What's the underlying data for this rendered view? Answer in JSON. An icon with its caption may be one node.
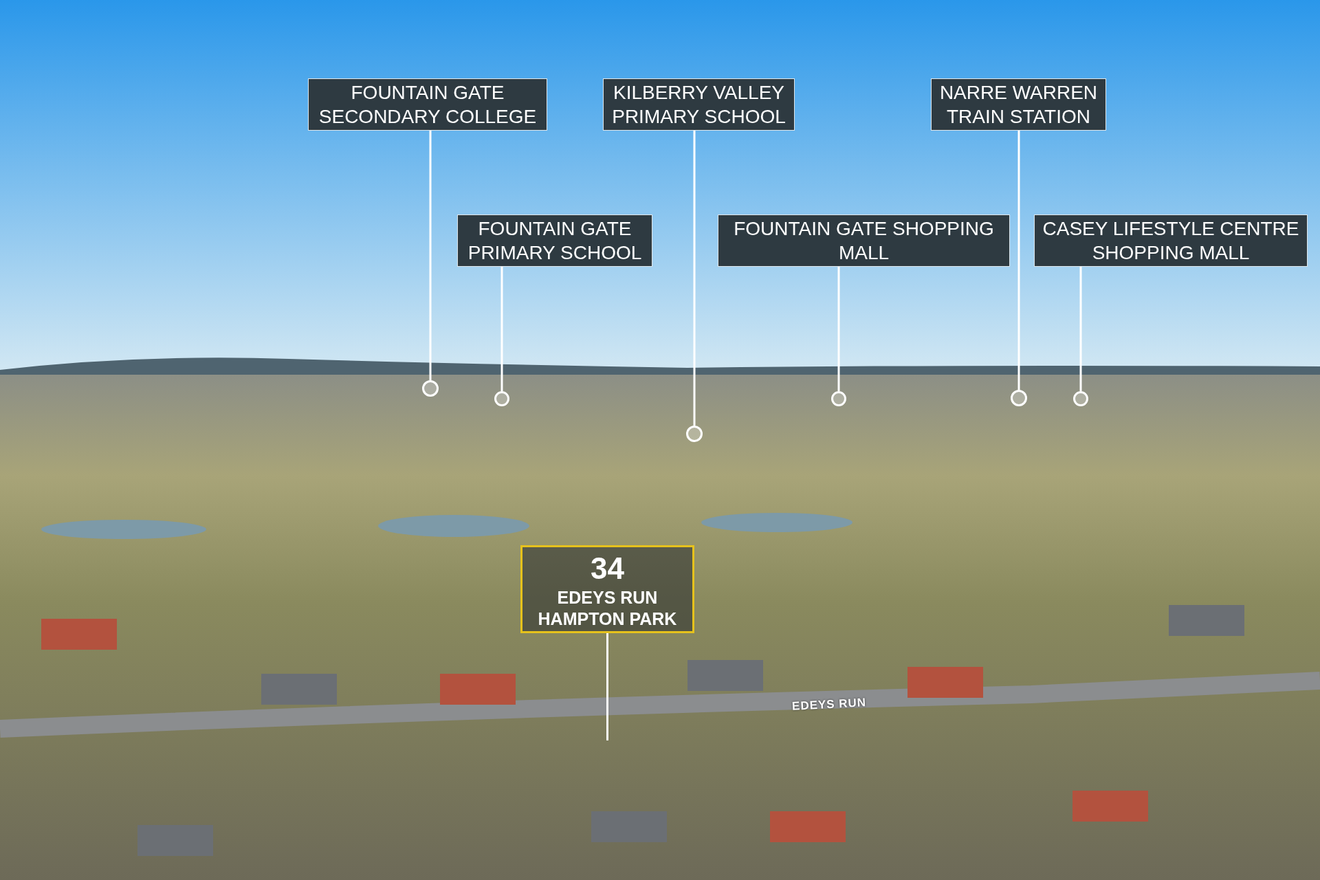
{
  "diagram": {
    "nodes": [
      {
        "text": [
          "FOUNTAIN GATE SECONDARY COLLEGE"
        ]
      },
      {
        "text": [
          "KILBERRY VALLEY PRIMARY SCHOOL"
        ]
      },
      {
        "text": [
          "NARRE WARREN TRAIN STATION"
        ]
      },
      {
        "text": [
          "FOUNTAIN GATE PRIMARY SCHOOL"
        ]
      },
      {
        "text": [
          "FOUNTAIN GATE SHOPPING MALL"
        ]
      },
      {
        "text": [
          "CASEY LIFESTYLE CENTRE SHOPPING MALL"
        ]
      },
      {
        "text": [],
        "shape": "circle"
      },
      {
        "text": [],
        "shape": "circle"
      },
      {
        "text": [],
        "shape": "circle"
      },
      {
        "text": [],
        "shape": "circle"
      },
      {
        "text": [],
        "shape": "circle"
      },
      {
        "text": [],
        "shape": "circle"
      },
      {
        "text": [
          "34",
          "EDEYS RUN HAMPTON PARK"
        ]
      }
    ],
    "edges": [
      {
        "from": 0,
        "to": 6,
        "arrow": "none"
      },
      {
        "from": 1,
        "to": 8,
        "arrow": "none"
      },
      {
        "from": 2,
        "to": 10,
        "arrow": "none"
      },
      {
        "from": 3,
        "to": 7,
        "arrow": "none"
      },
      {
        "from": 4,
        "to": 9,
        "arrow": "none"
      },
      {
        "from": 5,
        "to": 11,
        "arrow": "none"
      },
      {
        "from": 12,
        "to": null,
        "arrow": "none"
      }
    ],
    "labels": [
      "EDEYS RUN"
    ]
  }
}
